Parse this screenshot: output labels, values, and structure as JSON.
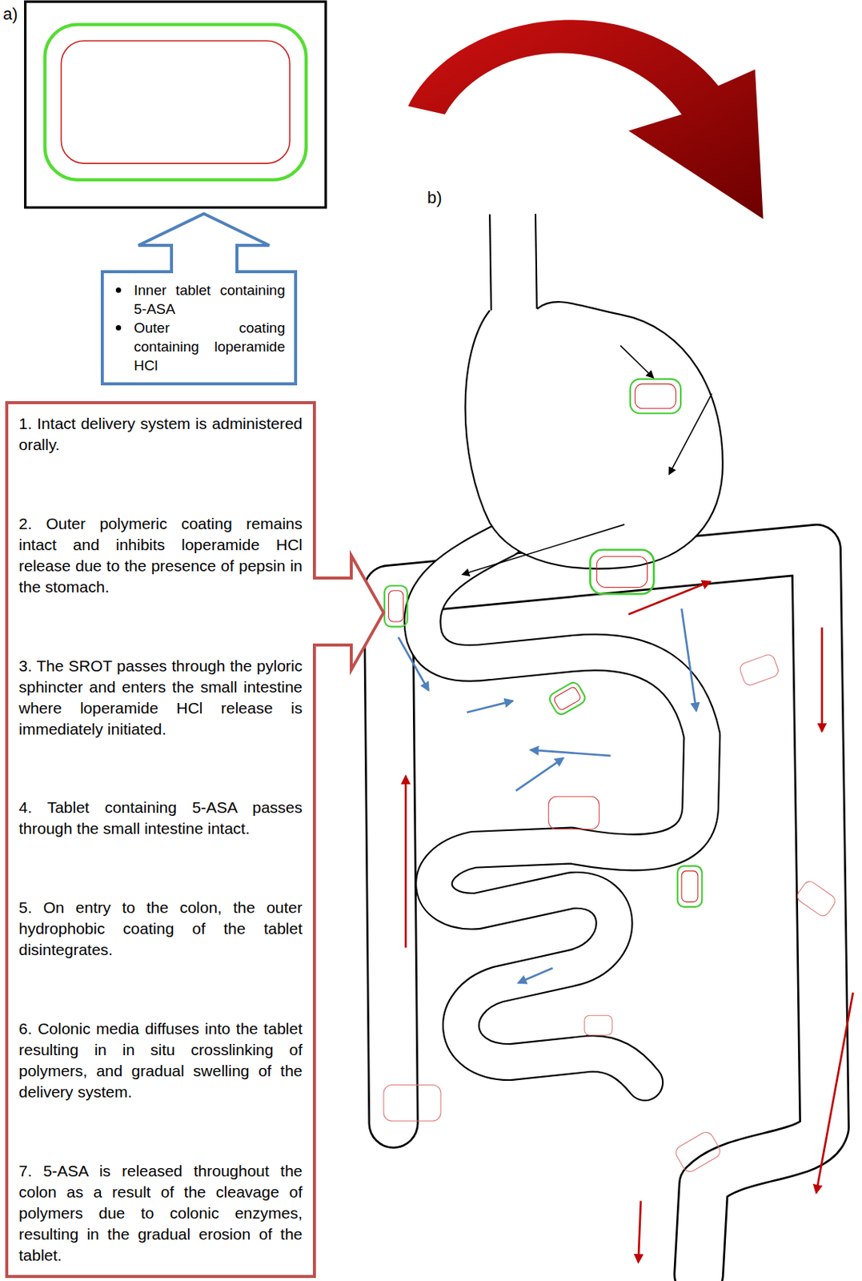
{
  "diagram": {
    "nodes": [
      {
        "text": [
          "Inner tablet containing 5-ASA",
          "Outer coating containing loperamide HCl"
        ]
      },
      {
        "text": [
          "1. Intact delivery system is administered orally.",
          "2. Outer polymeric coating remains intact and inhibits loperamide HCl release due to the presence of pepsin in the stomach.",
          "3. The SROT passes through the pyloric sphincter and enters the small intestine where loperamide HCl release is immediately initiated.",
          "4. Tablet containing 5-ASA passes through the small intestine intact.",
          "5. On entry to the colon, the outer hydrophobic coating of the tablet disintegrates.",
          "6. Colonic media diffuses into the tablet resulting in in situ crosslinking of polymers, and gradual swelling of the delivery system.",
          "7. 5-ASA is released throughout the colon as a result of the cleavage of polymers due to colonic enzymes, resulting in the gradual erosion of the tablet."
        ]
      }
    ],
    "labels": [
      "a)",
      "b)"
    ]
  }
}
